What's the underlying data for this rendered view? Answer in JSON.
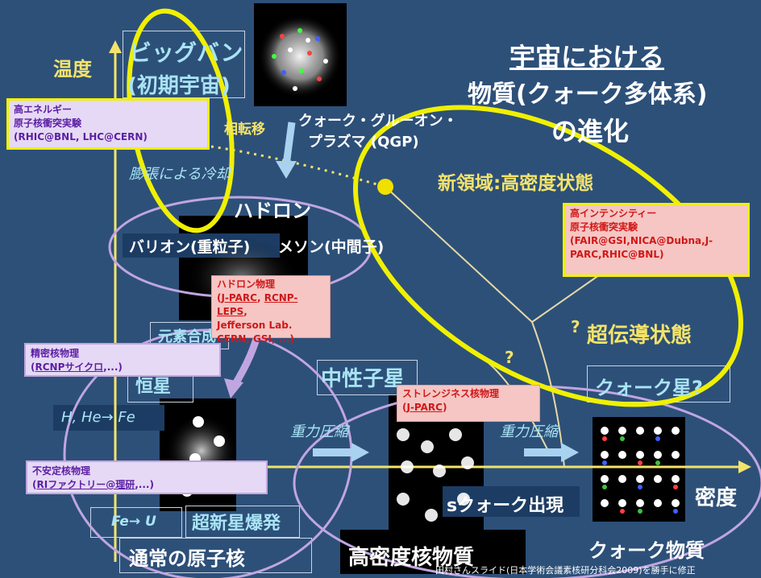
{
  "title": {
    "line1": "宇宙における",
    "line2": "物質(クォーク多体系)",
    "line3": "の進化"
  },
  "axes": {
    "temperature": "温度",
    "density": "密度"
  },
  "labels": {
    "big_bang": "ビッグバン",
    "early_universe": "(初期宇宙)",
    "phase_transition": "相転移",
    "qgp": "クォーク・グルーオン・",
    "qgp2": "プラズマ (QGP)",
    "cooling": "膨張による冷却",
    "hadron": "ハドロン",
    "baryon": "バリオン(重粒子)",
    "meson": "メソン(中間子)",
    "new_region": "新領域:高密度状態",
    "q_mark_1": "?",
    "superconducting": "超伝導状態",
    "q_mark_2": "?",
    "elements": "元素合成",
    "star": "恒星",
    "h_he_fe": "H, He→ Fe",
    "neutron_star": "中性子星",
    "quark_star": "クォーク星?",
    "grav1": "重力圧縮",
    "grav2": "重力圧縮",
    "s_quark": "sクォーク出現",
    "fe_u": "Fe→ U",
    "supernova": "超新星爆発",
    "normal_nucleus": "通常の原子核",
    "dense_nuclear": "高密度核物質",
    "quark_matter": "クォーク物質",
    "credit": "田村さんスライド(日本学術会議素核研分科会2009)を勝手に修正"
  },
  "boxes": {
    "high_energy": {
      "l1": "高エネルギー",
      "l2": "原子核衝突実験",
      "l3": "(RHIC@BNL,  LHC@CERN)"
    },
    "high_intensity": {
      "l1": "高インテンシティー",
      "l2": "原子核衝突実験",
      "l3": "(FAIR@GSI,NICA@Dubna,J-",
      "l4": "PARC,RHIC@BNL)"
    },
    "hadron_physics": {
      "l1": "ハドロン物理",
      "l2a": "(",
      "l2b": "J-PARC",
      "l2c": ", ",
      "l2d": "RCNP-LEPS",
      "l2e": ",",
      "l3": "Jefferson Lab.",
      "l4": "CERN, GSI, ...)"
    },
    "precision": {
      "l1": "精密核物理",
      "l2a": "(",
      "l2b": "RCNPサイクロ",
      "l2c": ",...)"
    },
    "strangeness": {
      "l1": "ストレンジネス核物理",
      "l2a": "(",
      "l2b": "J-PARC",
      "l2c": ")"
    },
    "unstable": {
      "l1": "不安定核物理",
      "l2a": "(",
      "l2b": "RIファクトリー@理研",
      "l2c": ",...)"
    }
  },
  "colors": {
    "background": "#2d5079",
    "yellow": "#f0f000",
    "lavender": "#c0a6e0",
    "title_text": "#ffffff",
    "label_yellow": "#f3e36b",
    "label_cyan": "#a9e4f5"
  }
}
